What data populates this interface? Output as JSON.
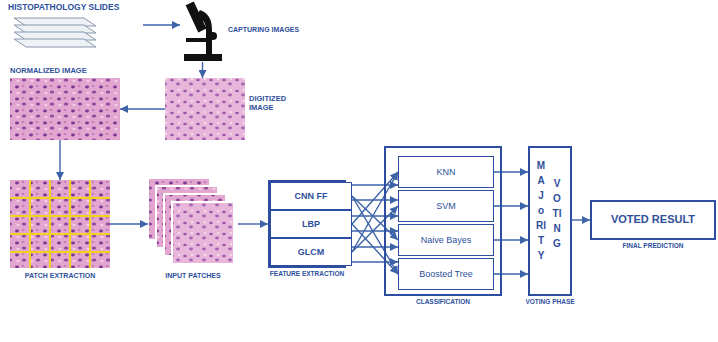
{
  "diagram": {
    "nodes": [
      {
        "text": [
          "HISTOPATHOLOGY SLIDES"
        ]
      },
      {
        "text": [
          "CAPTURING IMAGES"
        ]
      },
      {
        "text": [
          "NORMALIZED IMAGE"
        ]
      },
      {
        "text": [
          "DIGITIZED IMAGE"
        ]
      },
      {
        "text": [
          "PATCH EXTRACTION"
        ]
      },
      {
        "text": [
          "INPUT PATCHES"
        ]
      },
      {
        "text": [
          "FEATURE EXTRACTION"
        ]
      },
      {
        "text": [
          "CNN FF"
        ],
        "in": 6
      },
      {
        "text": [
          "LBP"
        ],
        "in": 6
      },
      {
        "text": [
          "GLCM"
        ],
        "in": 6
      },
      {
        "text": [
          "CLASSIFICATION"
        ]
      },
      {
        "text": [
          "KNN"
        ],
        "in": 10
      },
      {
        "text": [
          "SVM"
        ],
        "in": 10
      },
      {
        "text": [
          "Naive Bayes"
        ],
        "in": 10
      },
      {
        "text": [
          "Boosted Tree"
        ],
        "in": 10
      },
      {
        "text": [
          "MAJoRITY",
          "VOTING",
          "VOTING PHASE"
        ]
      },
      {
        "text": [
          "VOTED RESULT",
          "FINAL PREDICTION"
        ]
      }
    ],
    "edges": [
      {
        "from": 0,
        "to": 1,
        "arrow": "to"
      },
      {
        "from": 1,
        "to": 3,
        "arrow": "to"
      },
      {
        "from": 3,
        "to": 2,
        "arrow": "to"
      },
      {
        "from": 2,
        "to": 4,
        "arrow": "to"
      },
      {
        "from": 4,
        "to": 5,
        "arrow": "to"
      },
      {
        "from": 5,
        "to": 6,
        "arrow": "to"
      },
      {
        "from": 7,
        "to": 11,
        "arrow": "to"
      },
      {
        "from": 7,
        "to": 12,
        "arrow": "to"
      },
      {
        "from": 7,
        "to": 13,
        "arrow": "to"
      },
      {
        "from": 7,
        "to": 14,
        "arrow": "to"
      },
      {
        "from": 8,
        "to": 11,
        "arrow": "to"
      },
      {
        "from": 8,
        "to": 12,
        "arrow": "to"
      },
      {
        "from": 8,
        "to": 13,
        "arrow": "to"
      },
      {
        "from": 8,
        "to": 14,
        "arrow": "to"
      },
      {
        "from": 9,
        "to": 11,
        "arrow": "to"
      },
      {
        "from": 9,
        "to": 12,
        "arrow": "to"
      },
      {
        "from": 9,
        "to": 13,
        "arrow": "to"
      },
      {
        "from": 9,
        "to": 14,
        "arrow": "to"
      },
      {
        "from": 11,
        "to": 15,
        "arrow": "to"
      },
      {
        "from": 12,
        "to": 15,
        "arrow": "to"
      },
      {
        "from": 13,
        "to": 15,
        "arrow": "to"
      },
      {
        "from": 14,
        "to": 15,
        "arrow": "to"
      },
      {
        "from": 15,
        "to": 16,
        "arrow": "to"
      }
    ]
  }
}
